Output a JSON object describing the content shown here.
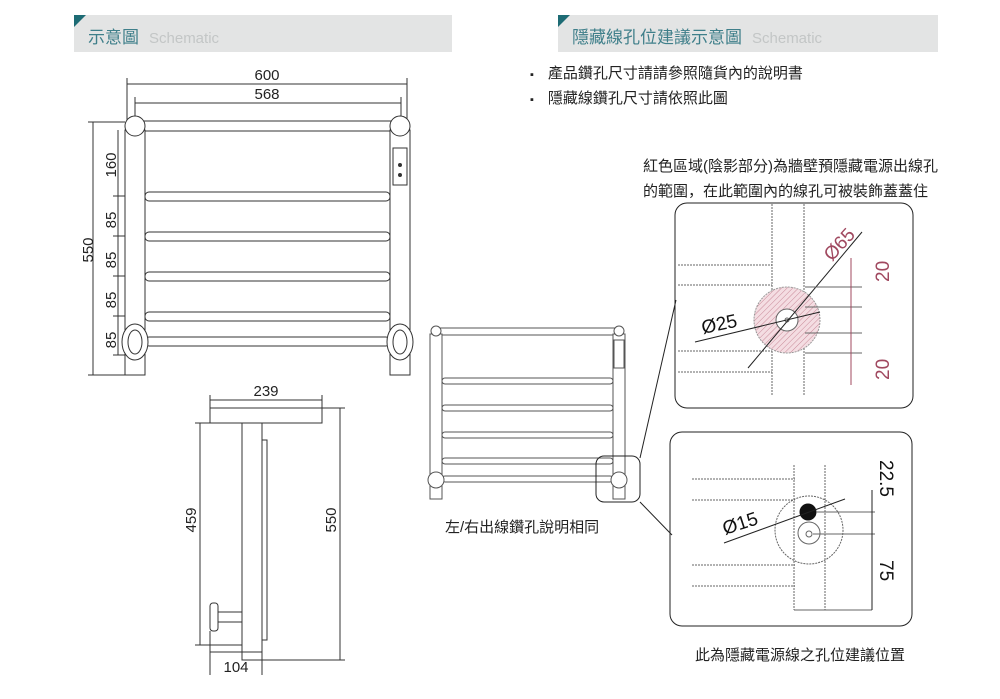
{
  "headers": {
    "left": {
      "title": "示意圖",
      "subtitle": "Schematic"
    },
    "right": {
      "title": "隱藏線孔位建議示意圖",
      "subtitle": "Schematic"
    }
  },
  "notes": [
    "產品鑽孔尺寸請請參照隨貨內的說明書",
    "隱藏線鑽孔尺寸請依照此圖"
  ],
  "red_area_note": [
    "紅色區域(陰影部分)為牆壁預隱藏電源出線孔",
    "的範圍，在此範圍內的線孔可被裝飾蓋蓋住"
  ],
  "front_view": {
    "width_total": "600",
    "width_inner": "568",
    "height_total": "550",
    "spacing": [
      "160",
      "85",
      "85",
      "85",
      "85"
    ]
  },
  "side_view": {
    "depth": "239",
    "height_inner": "459",
    "height_total": "550",
    "bracket_depth": "104"
  },
  "small_view_caption": "左/右出線鑽孔說明相同",
  "detail_top": {
    "outer_dia": "Ø65",
    "inner_dia": "Ø25",
    "offset_top": "20",
    "offset_bottom": "20"
  },
  "detail_bottom": {
    "hole_dia": "Ø15",
    "offset_top": "22.5",
    "offset_bottom": "75"
  },
  "detail_caption": "此為隱藏電源線之孔位建議位置",
  "colors": {
    "accent": "#3f7f8a",
    "marker": "#1d6b74",
    "red_zone": "#a0485f"
  }
}
